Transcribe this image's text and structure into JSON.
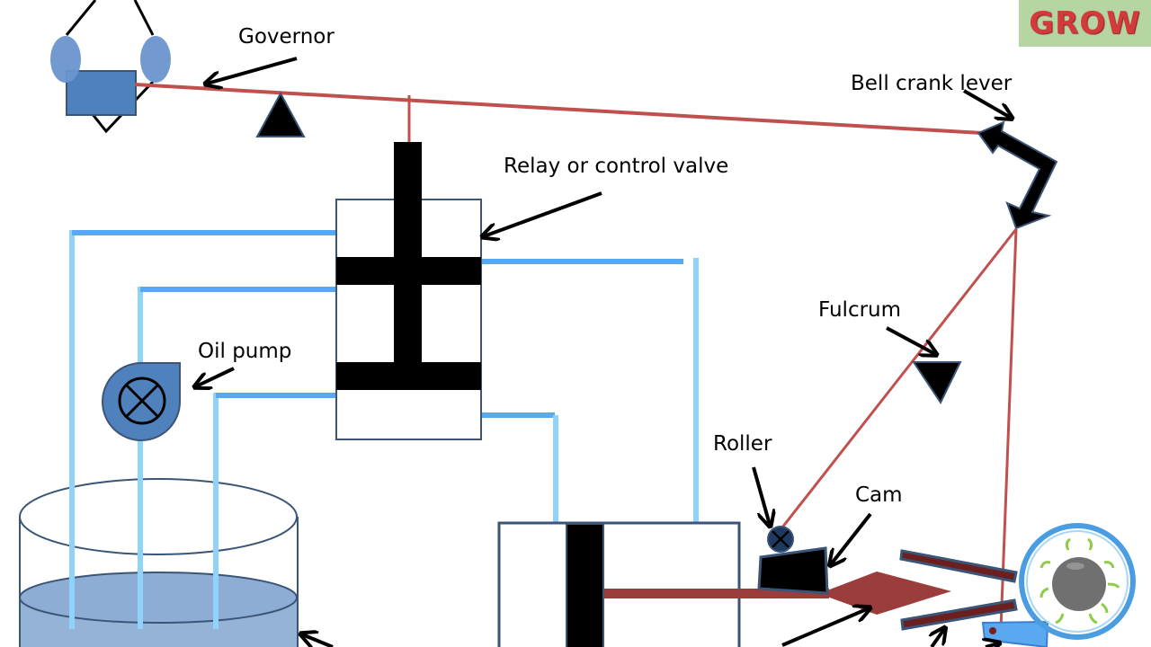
{
  "title": "Hydraulic governor mechanism diagram",
  "logo": {
    "text": "GROW"
  },
  "labels": {
    "governor": "Governor",
    "bell_crank_lever": "Bell crank lever",
    "relay_valve": "Relay or control valve",
    "oil_pump": "Oil pump",
    "fulcrum": "Fulcrum",
    "roller": "Roller",
    "cam": "Cam"
  },
  "colors": {
    "linkage": "#c0504d",
    "pipe": "#8fd3fb",
    "pipe_dark": "#5aa8f0",
    "component_blue": "#4f81bd",
    "outline": "#3b5577",
    "piston": "#000000",
    "oil": "#95b3d7",
    "logo_bg": "#b5d6a2",
    "logo_text": "#d33a3c"
  }
}
